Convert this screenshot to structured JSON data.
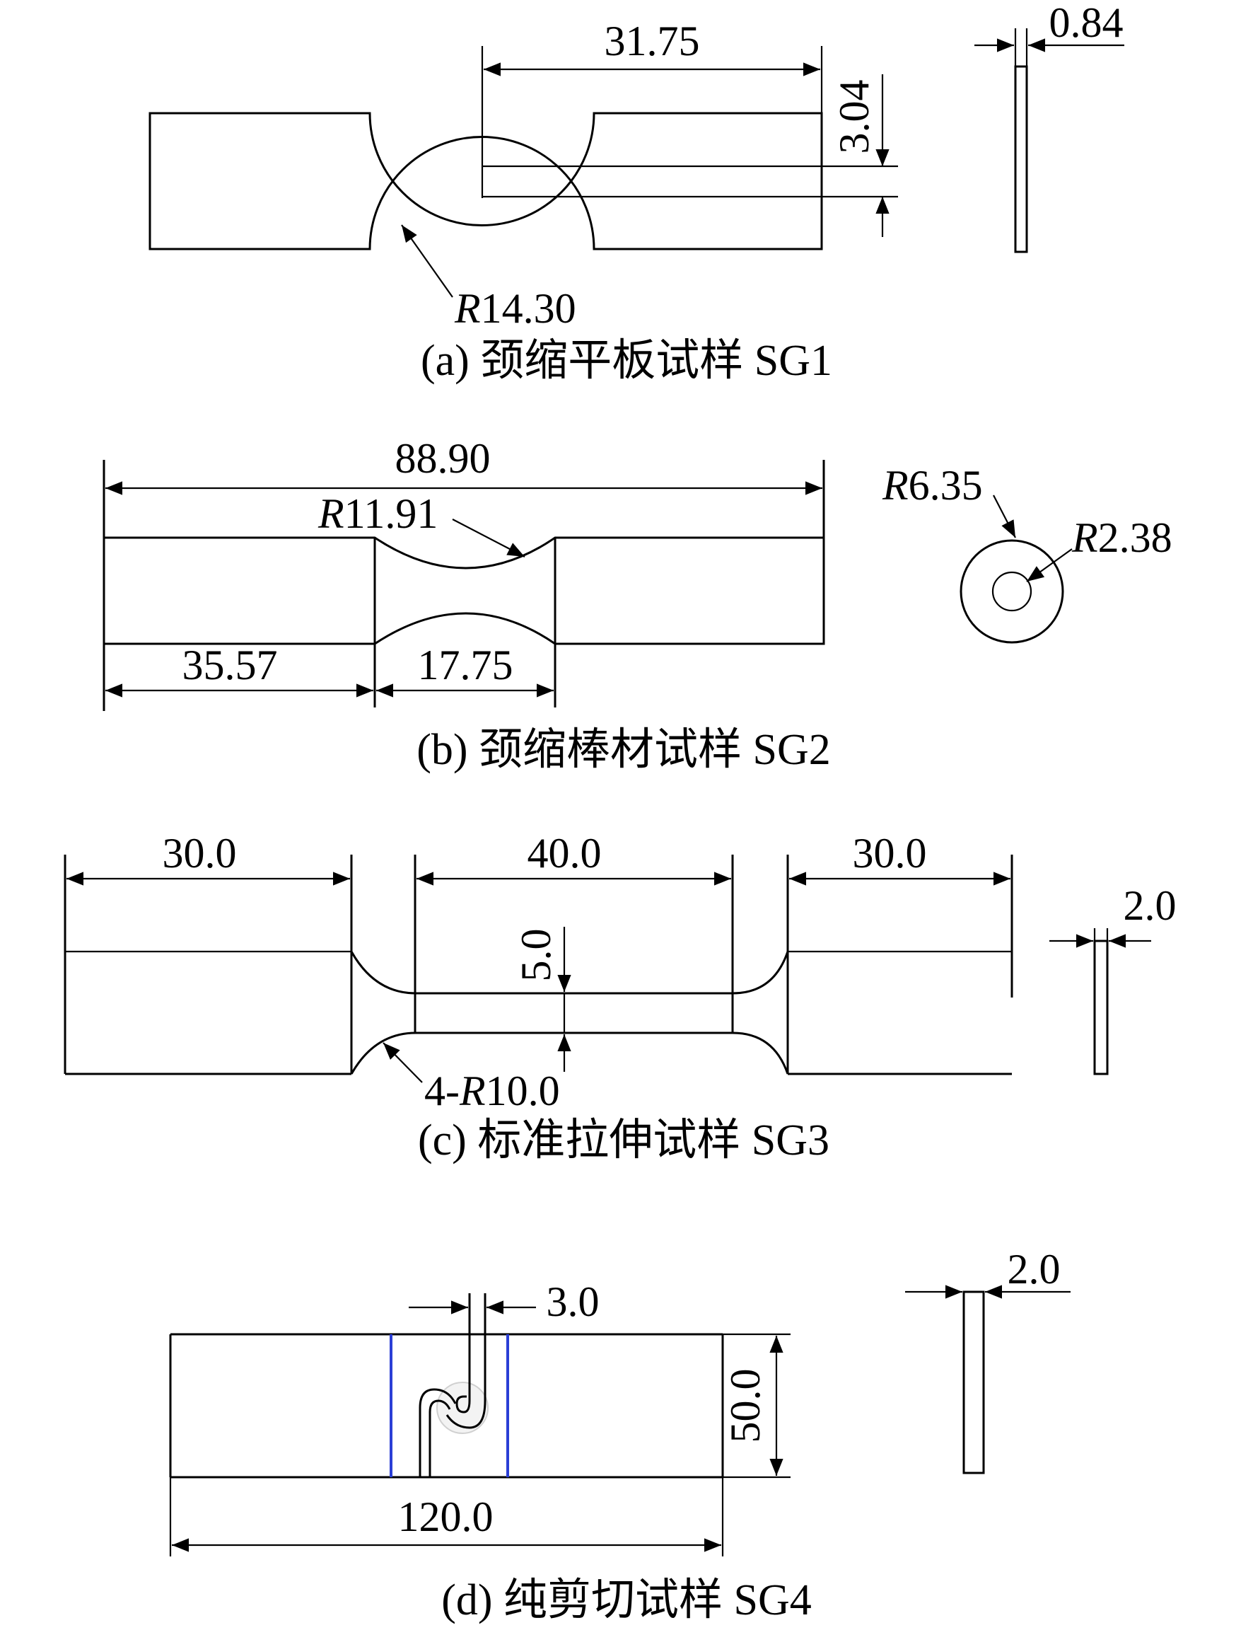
{
  "figure": {
    "a": {
      "caption": "(a) 颈缩平板试样 SG1",
      "dim_length": "31.75",
      "dim_width": "3.04",
      "dim_thickness": "0.84",
      "radius_prefix": "R",
      "radius_value": "14.30"
    },
    "b": {
      "caption": "(b) 颈缩棒材试样 SG2",
      "dim_total": "88.90",
      "dim_grip": "35.57",
      "dim_neck": "17.75",
      "neck_radius_prefix": "R",
      "neck_radius_value": "11.91",
      "outer_radius_prefix": "R",
      "outer_radius_value": "6.35",
      "inner_radius_prefix": "R",
      "inner_radius_value": "2.38"
    },
    "c": {
      "caption": "(c) 标准拉伸试样 SG3",
      "dim_left": "30.0",
      "dim_gauge": "40.0",
      "dim_right": "30.0",
      "dim_width": "5.0",
      "dim_thickness": "2.0",
      "fillet_prefix": "4-",
      "fillet_r": "R",
      "fillet_value": "10.0"
    },
    "d": {
      "caption": "(d) 纯剪切试样 SG4",
      "dim_slot": "3.0",
      "dim_height": "50.0",
      "dim_length": "120.0",
      "dim_thickness": "2.0"
    }
  },
  "colors": {
    "line": "#000000",
    "marker": "#2b3fd6"
  }
}
